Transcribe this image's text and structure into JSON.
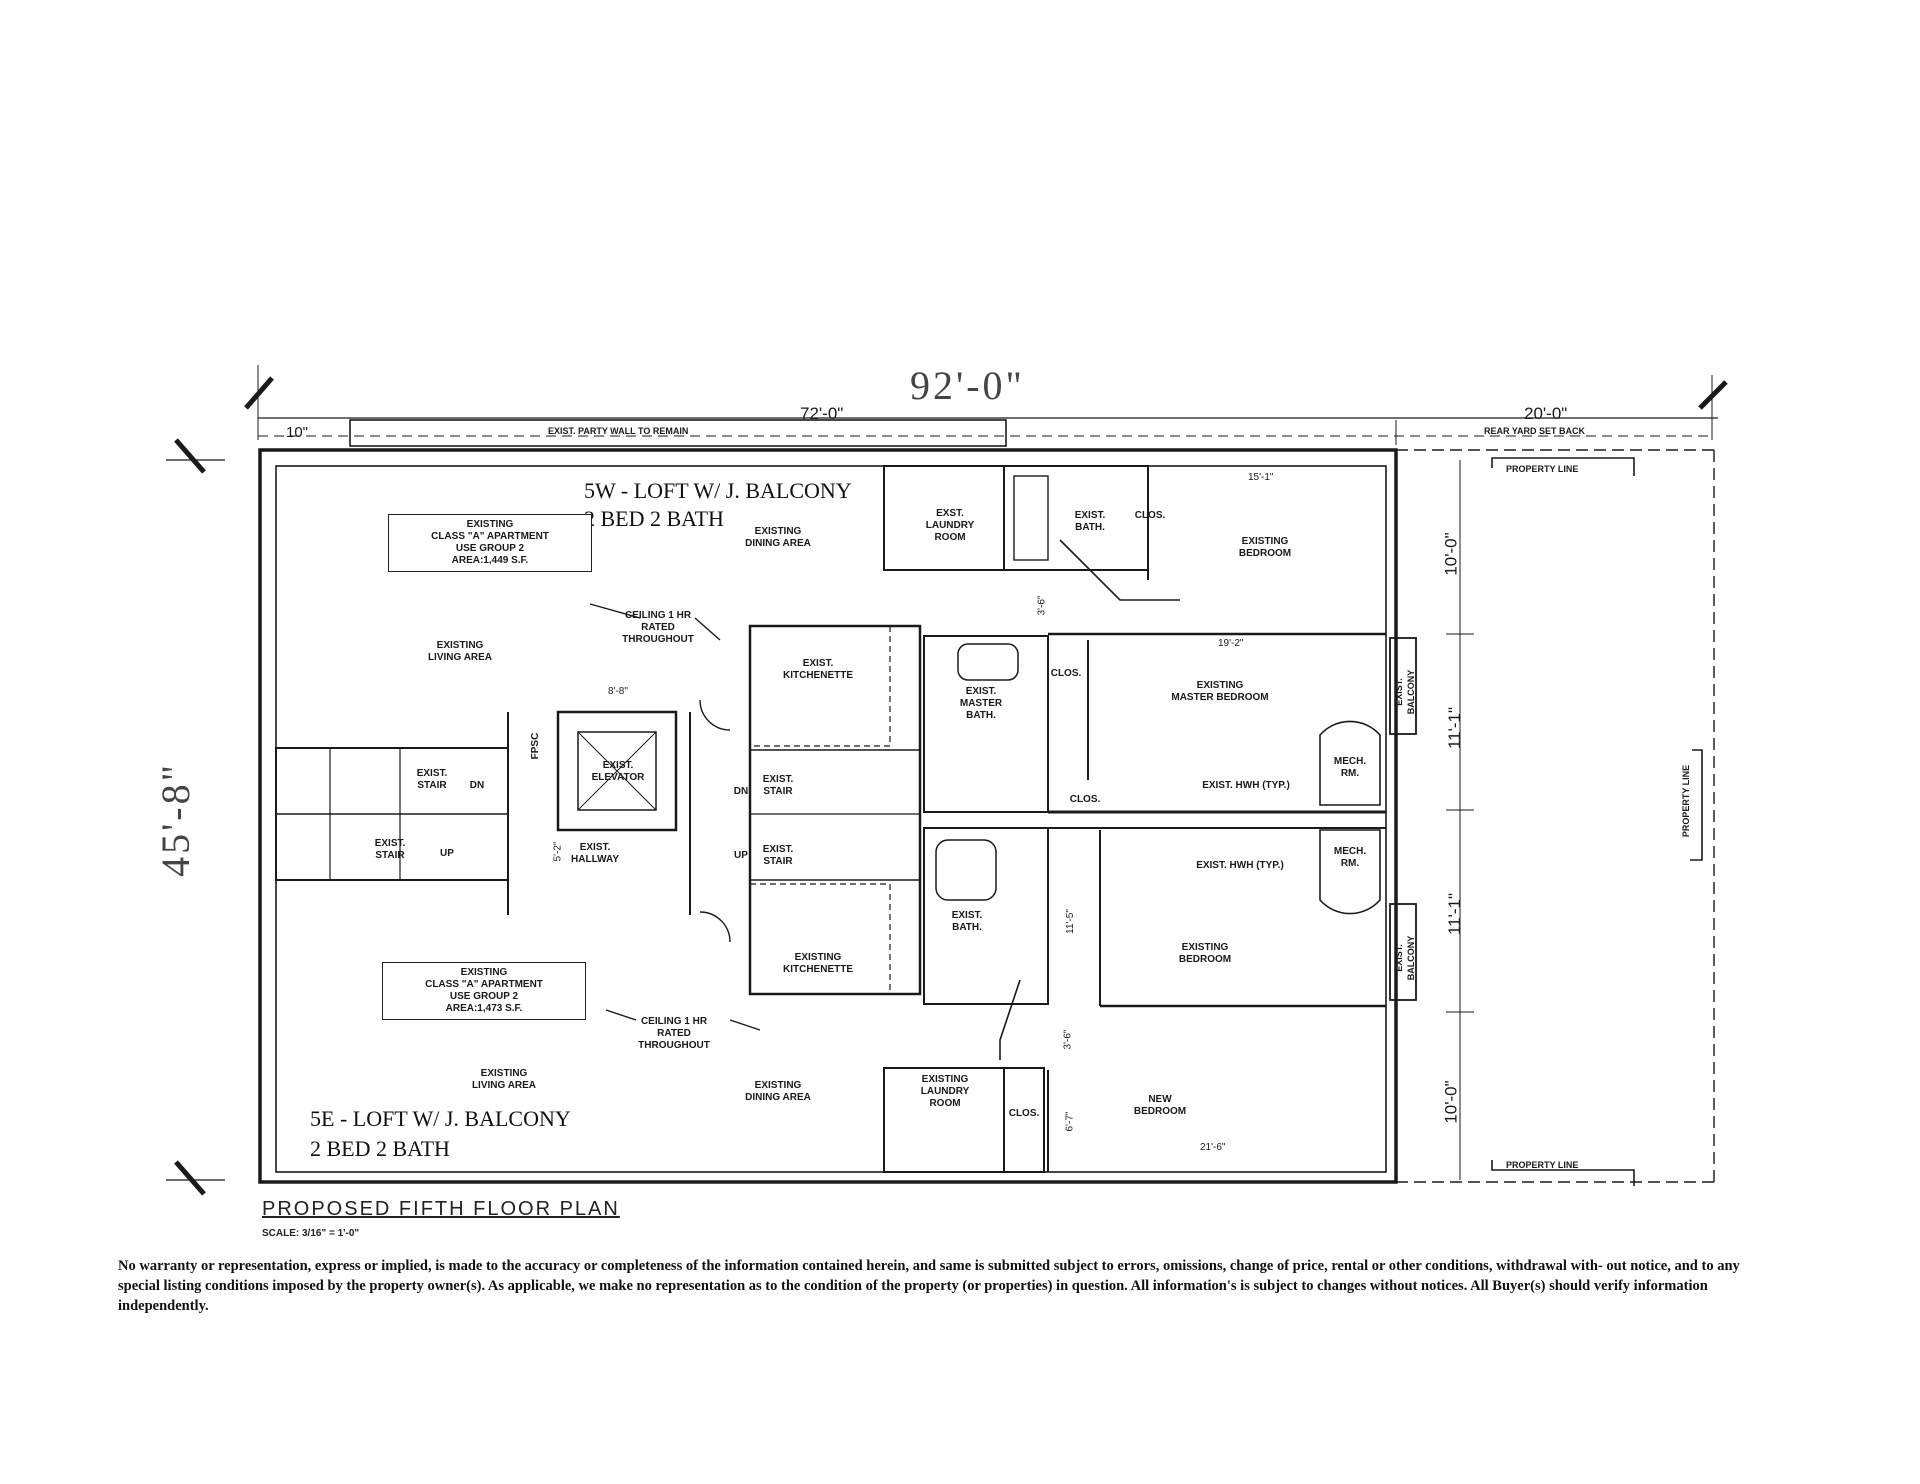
{
  "dimensions": {
    "overall_width": "92'-0\"",
    "overall_depth": "45'-8\"",
    "building_length": "72'-0\"",
    "rear_yard_depth": "20'-0\"",
    "rear_yard_label": "REAR YARD SET BACK",
    "front_offset": "10\"",
    "party_wall": "EXIST. PARTY WALL TO REMAIN",
    "right_seg_1": "10'-0\"",
    "right_seg_2": "11'-1\"",
    "right_seg_3": "11'-1\"",
    "right_seg_4": "10'-0\"",
    "bedroom_top_width": "15'-1\"",
    "master_width": "19'-2\"",
    "new_bedroom_width": "21'-6\"",
    "hallway_width": "8'-8\"",
    "clos_dim_1": "3'-6\"",
    "clos_dim_2": "3'-6\"",
    "clos_dim_3": "6'-7\"",
    "bath_dim": "11'-5\"",
    "hall_dim": "5'-2\""
  },
  "property_line": {
    "top": "PROPERTY LINE",
    "side": "PROPERTY LINE",
    "bottom": "PROPERTY LINE"
  },
  "units": {
    "west_title": "5W - LOFT W/ J. BALCONY",
    "west_sub": "2 BED 2 BATH",
    "west_info": "EXISTING\nCLASS \"A\" APARTMENT\nUSE GROUP 2\nAREA:1,449 S.F.",
    "east_title": "5E - LOFT W/ J. BALCONY",
    "east_sub": "2 BED 2 BATH",
    "east_info": "EXISTING\nCLASS \"A\" APARTMENT\nUSE GROUP 2\nAREA:1,473 S.F."
  },
  "rooms": {
    "w_living": "EXISTING\nLIVING AREA",
    "w_dining": "EXISTING\nDINING AREA",
    "w_laundry": "EXST.\nLAUNDRY\nROOM",
    "w_bath": "EXIST.\nBATH.",
    "w_clos": "CLOS.",
    "w_bedroom": "EXISTING\nBEDROOM",
    "w_kitchenette": "EXIST.\nKITCHENETTE",
    "w_master_bath": "EXIST.\nMASTER\nBATH.",
    "w_master_clos": "CLOS.",
    "w_master_bedroom": "EXISTING\nMASTER BEDROOM",
    "w_hwh": "EXIST. HWH (TYP.)",
    "w_mech": "MECH.\nRM.",
    "w_clos_low": "CLOS.",
    "w_ceiling": "CEILING 1 HR\nRATED\nTHROUGHOUT",
    "elevator": "EXIST.\nELEVATOR",
    "stair_w_top": "EXIST.\nSTAIR",
    "stair_w_bottom": "EXIST.\nSTAIR",
    "stair_e_top": "EXIST.\nSTAIR",
    "stair_e_bottom": "EXIST.\nSTAIR",
    "hallway": "EXIST.\nHALLWAY",
    "dn_1": "DN",
    "up_1": "UP",
    "dn_2": "DN",
    "up_2": "UP",
    "fpsc": "FPSC",
    "e_living": "EXISTING\nLIVING AREA",
    "e_dining": "EXISTING\nDINING AREA",
    "e_kitchenette": "EXISTING\nKITCHENETTE",
    "e_bath": "EXIST.\nBATH.",
    "e_bedroom": "EXISTING\nBEDROOM",
    "e_hwh": "EXIST. HWH (TYP.)",
    "e_mech": "MECH.\nRM.",
    "e_laundry": "EXISTING\nLAUNDRY\nROOM",
    "e_clos": "CLOS.",
    "e_new_bedroom": "NEW\nBEDROOM",
    "e_ceiling": "CEILING 1 HR\nRATED\nTHROUGHOUT",
    "balcony_w": "EXIST.\nBALCONY",
    "balcony_e": "EXIST.\nBALCONY"
  },
  "plan_title": "PROPOSED FIFTH FLOOR PLAN",
  "plan_scale": "SCALE: 3/16\" = 1'-0\"",
  "disclaimer": "No warranty or representation, express or implied, is made to the accuracy or completeness of the information contained herein, and same is submitted subject to errors, omissions, change of price, rental or other conditions, withdrawal with- out notice, and to any special listing conditions imposed by the property owner(s). As applicable, we make no representation as to the condition of the property (or properties) in question. All information's is subject to changes without notices. All Buyer(s) should verify information independently."
}
